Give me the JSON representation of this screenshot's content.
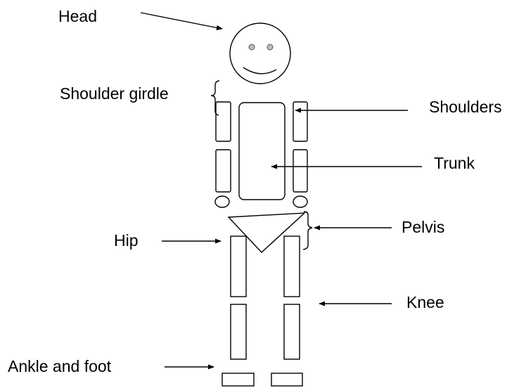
{
  "labels": {
    "head": "Head",
    "shoulder_girdle": "Shoulder girdle",
    "shoulders": "Shoulders",
    "trunk": "Trunk",
    "pelvis": "Pelvis",
    "hip": "Hip",
    "knee": "Knee",
    "ankle_and_foot": "Ankle and foot"
  },
  "colors": {
    "ink": "#000000",
    "eye_fill": "#bdbdbd",
    "background": "#ffffff"
  }
}
